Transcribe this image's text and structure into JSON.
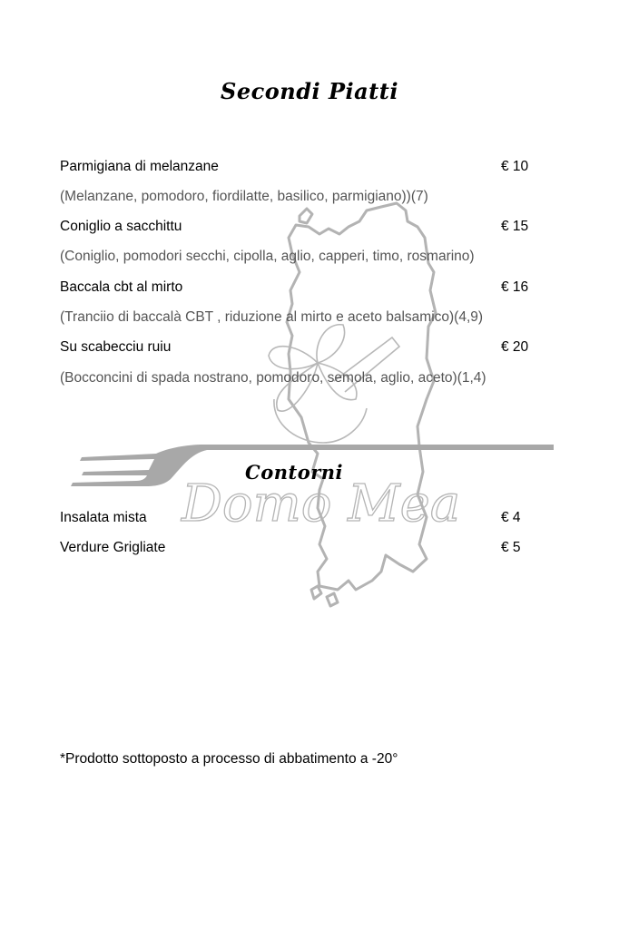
{
  "sections": [
    {
      "title": "Secondi Piatti",
      "items": [
        {
          "name": "Parmigiana di melanzane",
          "price": "€ 10",
          "description": "(Melanzane, pomodoro, fiordilatte, basilico, parmigiano))(7)"
        },
        {
          "name": "Coniglio a sacchittu",
          "price": "€ 15",
          "description": "(Coniglio, pomodori secchi, cipolla, aglio, capperi, timo, rosmarino)"
        },
        {
          "name": "Baccala cbt al mirto",
          "price": "€ 16",
          "description": "(Tranciio di baccalà CBT , riduzione al mirto e aceto balsamico)(4,9)"
        },
        {
          "name": "Su scabecciu ruiu",
          "price": "€ 20",
          "description": "(Bocconcini di spada nostrano, pomodoro, semola, aglio, aceto)(1,4)"
        }
      ]
    },
    {
      "title": "Contorni",
      "items": [
        {
          "name": "Insalata mista",
          "price": "€ 4"
        },
        {
          "name": "Verdure Grigliate",
          "price": "€ 5"
        }
      ]
    }
  ],
  "watermark": {
    "text": "Domo Mea",
    "color": "#b0b0b0"
  },
  "footnote": "*Prodotto sottoposto a processo di abbatimento a -20°"
}
